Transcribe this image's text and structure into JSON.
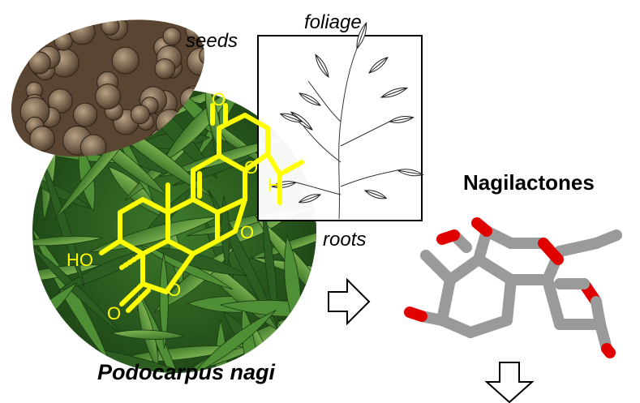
{
  "labels": {
    "seeds": "seeds",
    "foliage": "foliage",
    "roots": "roots",
    "compound_class": "Nagilactones",
    "species": "Podocarpus nagi"
  },
  "structure": {
    "hydroxyl": "HO",
    "oxygen": "O",
    "hydrogen": "H"
  },
  "colors": {
    "structure_stroke": "#ffff00",
    "model_carbon": "#9a9a9a",
    "model_oxygen": "#e00000",
    "leaf_dark": "#1f4d18",
    "leaf_light": "#6fae46",
    "seed_brown": "#6b5440",
    "frame": "#000000"
  },
  "icons": [
    "arrow-right-icon",
    "arrow-down-icon"
  ]
}
